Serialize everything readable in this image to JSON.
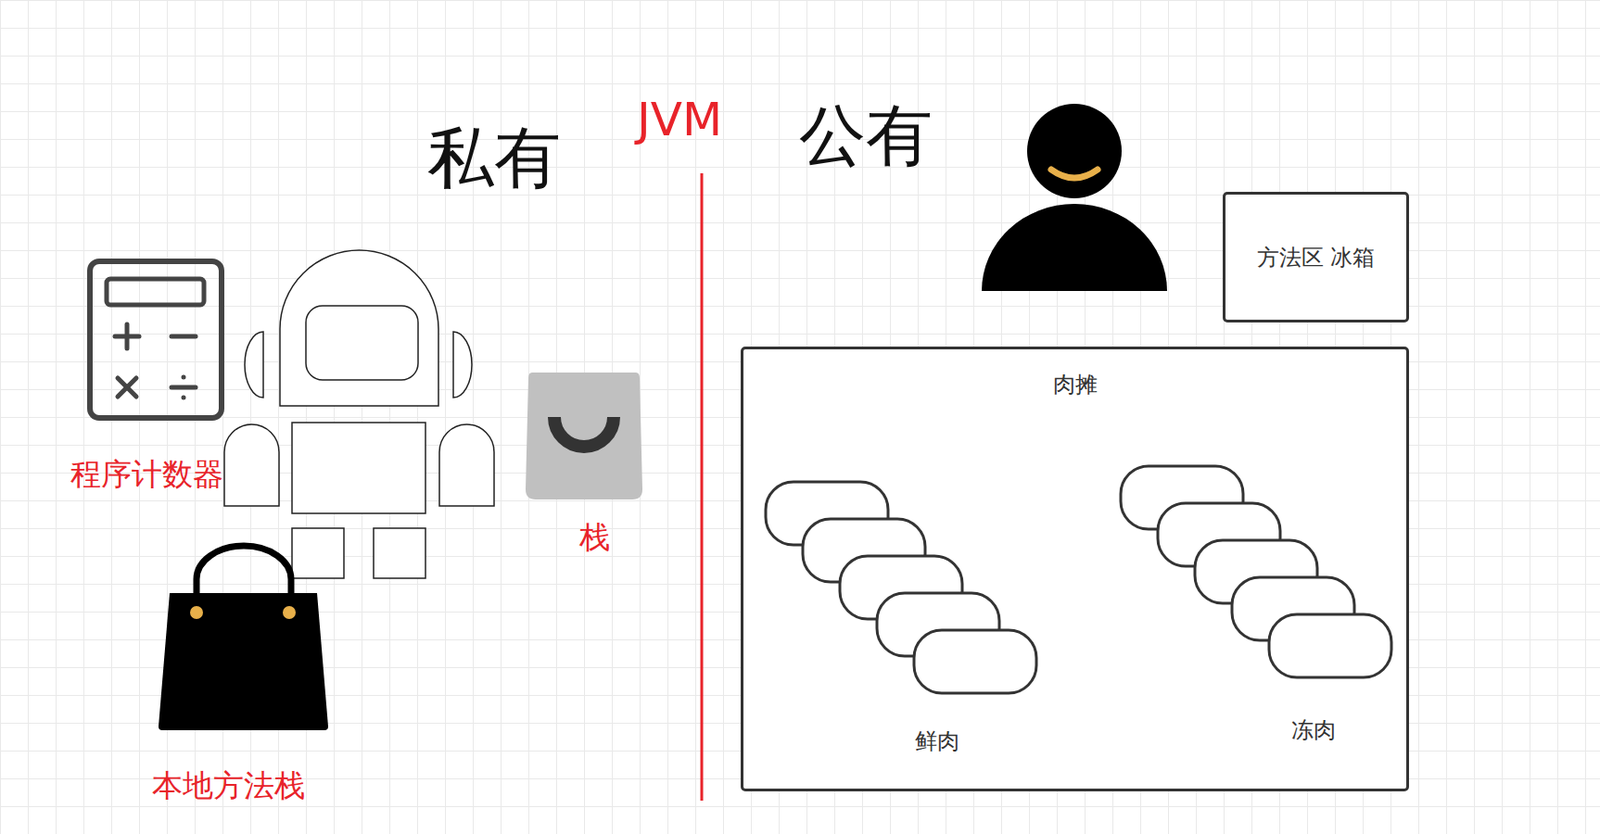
{
  "diagram": {
    "nodes": [
      {
        "text": [
          "方法区 冰箱"
        ]
      },
      {
        "text": [
          "肉摊"
        ]
      }
    ],
    "labels": [
      "私有",
      "JVM",
      "公有",
      "程序计数器",
      "栈",
      "本地方法栈",
      "鲜肉",
      "冻肉"
    ]
  }
}
